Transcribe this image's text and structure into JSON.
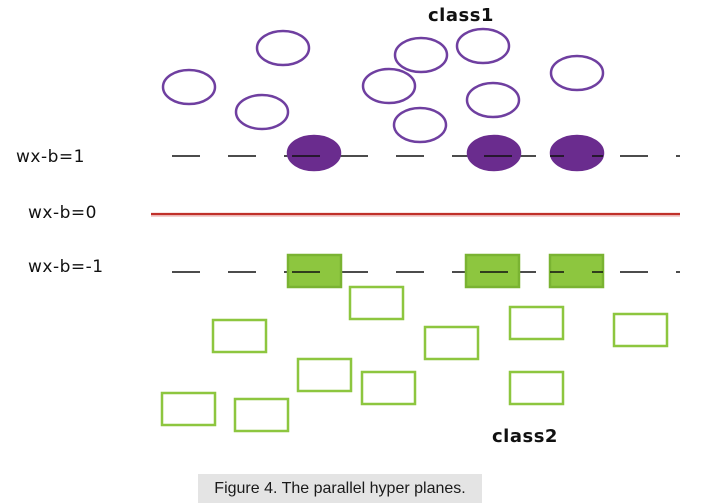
{
  "labels": {
    "class1": "class1",
    "class2": "class2",
    "plane_pos": "wx-b=1",
    "plane_zero": "wx-b=0",
    "plane_neg": "wx-b=-1"
  },
  "caption": "Figure 4. The parallel hyper planes.",
  "colors": {
    "class1_stroke": "#6f3fa0",
    "class1_fill": "#6a2c8e",
    "class2_stroke": "#8dc63f",
    "class2_fill": "#8dc63f",
    "margin_line": "#111111",
    "hyperplane": "#c0302a"
  },
  "shapes": {
    "class1_icon": "circle",
    "class2_icon": "square"
  }
}
